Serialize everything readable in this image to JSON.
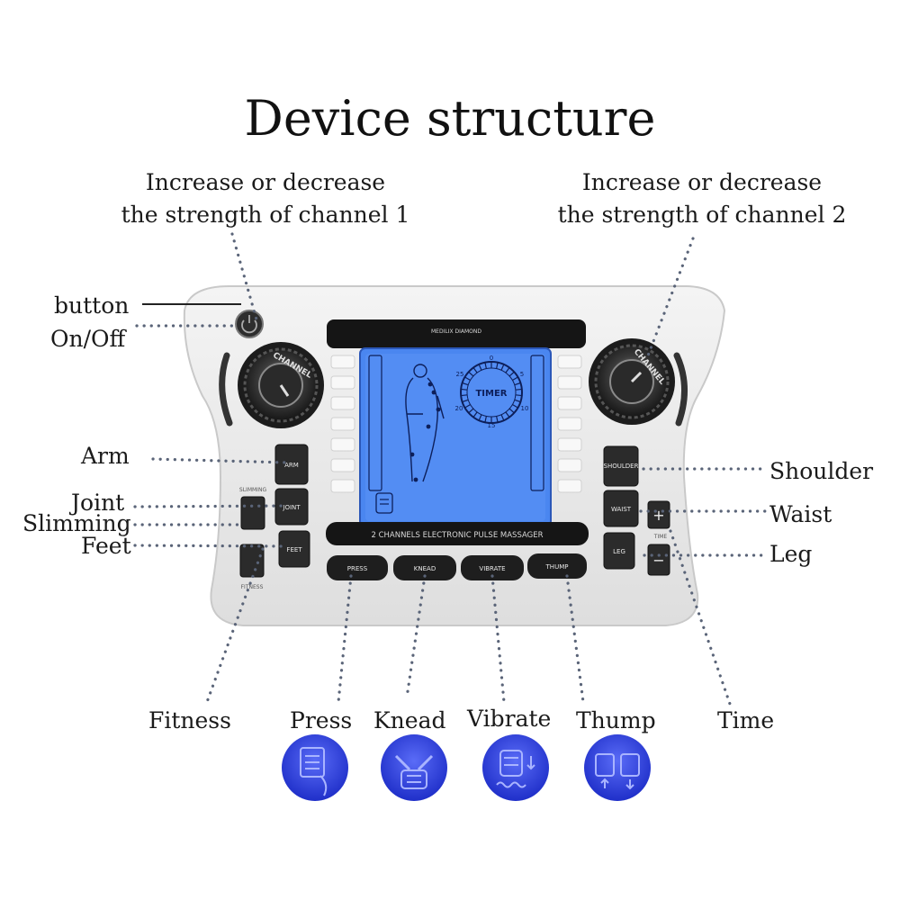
{
  "title": "Device structure",
  "labels": {
    "channel1_strength": [
      "Increase or decrease",
      "the strength of channel 1"
    ],
    "channel2_strength": [
      "Increase or decrease",
      "the strength of channel 2"
    ],
    "button": "button",
    "on_off": "On/Off",
    "arm": "Arm",
    "joint": "Joint",
    "slimming": "Slimming",
    "feet": "Feet",
    "shoulder": "Shoulder",
    "waist": "Waist",
    "leg": "Leg",
    "fitness": "Fitness",
    "press": "Press",
    "knead": "Knead",
    "vibrate": "Vibrate",
    "thump": "Thump",
    "time": "Time"
  },
  "device": {
    "brand": "MEDILIX DIAMOND",
    "footer": "2 CHANNELS ELECTRONIC PULSE MASSAGER",
    "knob_text": "CHANNEL",
    "left_small_label_top": "SLIMMING",
    "left_small_label_bottom": "FITNESS",
    "time_label": "TIME",
    "left_buttons": [
      "ARM",
      "JOINT",
      "FEET"
    ],
    "right_buttons": [
      "SHOULDER",
      "WAIST",
      "LEG"
    ],
    "bottom_buttons": [
      "PRESS",
      "KNEAD",
      "VIBRATE",
      "THUMP"
    ],
    "time_plus": "+",
    "time_minus": "−",
    "timer": {
      "label": "TIMER",
      "ticks": [
        "0",
        "5",
        "10",
        "15",
        "20",
        "25"
      ]
    }
  },
  "colors": {
    "accent_blue": "#2b3fe0",
    "lcd_blue": "#4a86f0",
    "dot_line": "#5a6478",
    "device_body": "#ececec",
    "button_dark": "#2b2b2b"
  },
  "mode_icons": [
    "press-mode-icon",
    "knead-mode-icon",
    "vibrate-mode-icon",
    "thump-mode-icon"
  ]
}
